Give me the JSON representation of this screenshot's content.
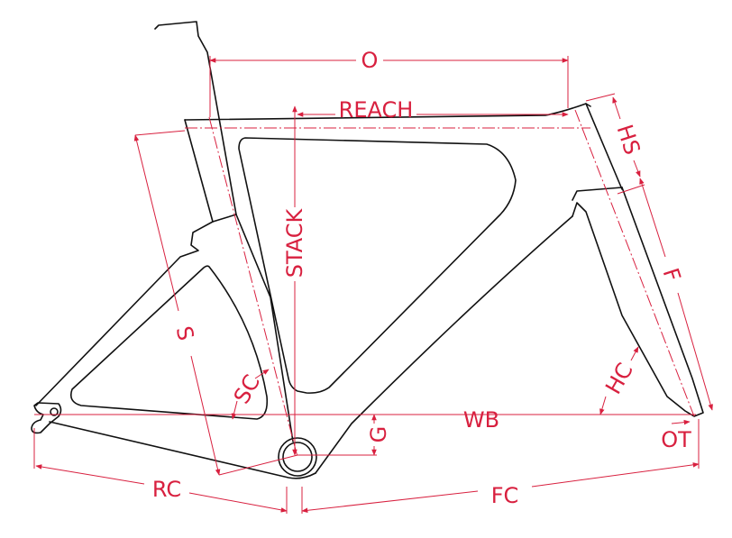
{
  "diagram": {
    "accent_color": "#d8203f",
    "labels": {
      "o": "O",
      "reach": "REACH",
      "hs": "HS",
      "stack": "STACK",
      "f": "F",
      "s": "S",
      "sc": "SC",
      "hc": "HC",
      "wb": "WB",
      "g": "G",
      "ot": "OT",
      "rc": "RC",
      "fc": "FC"
    }
  }
}
